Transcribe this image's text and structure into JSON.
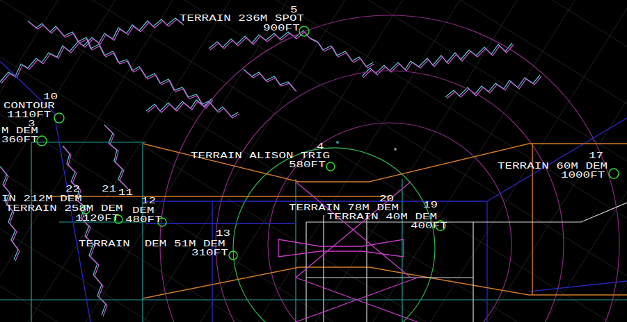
{
  "diagram": {
    "labels": [
      "5",
      "TERRAIN 236M SPOT",
      "900FT",
      "10",
      "CONTOUR",
      "1110FT",
      "3",
      "M DEM",
      "360FT",
      "4",
      "TERRAIN ALISON TRIG",
      "580FT",
      "17",
      "TERRAIN 60M DEM",
      "1000FT",
      "22",
      "21",
      "11",
      "12",
      "IN 212M DEM",
      "TERRAIN 258M DEM",
      "DEM",
      "1120FT",
      "480FT",
      "20",
      "19",
      "TERRAIN 78M DEM",
      "TERRAIN 40M DEM",
      "400FT",
      "13",
      "TERRAIN  DEM 51M DEM",
      "310FT"
    ]
  }
}
